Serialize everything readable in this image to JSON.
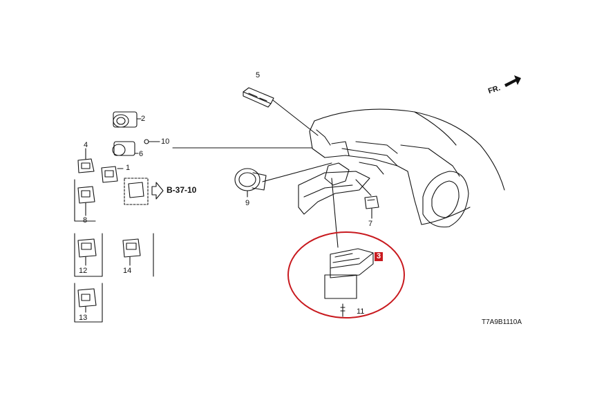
{
  "callouts": {
    "c1": "1",
    "c2": "2",
    "c3": "3",
    "c4": "4",
    "c5": "5",
    "c6": "6",
    "c7": "7",
    "c8": "8",
    "c9": "9",
    "c10": "10",
    "c11": "11",
    "c12": "12",
    "c13": "13",
    "c14": "14"
  },
  "reference": "B-37-10",
  "front_marker": "FR.",
  "diagram_code": "T7A9B1110A",
  "highlight_color": "#c8191e",
  "highlight_part": "3"
}
